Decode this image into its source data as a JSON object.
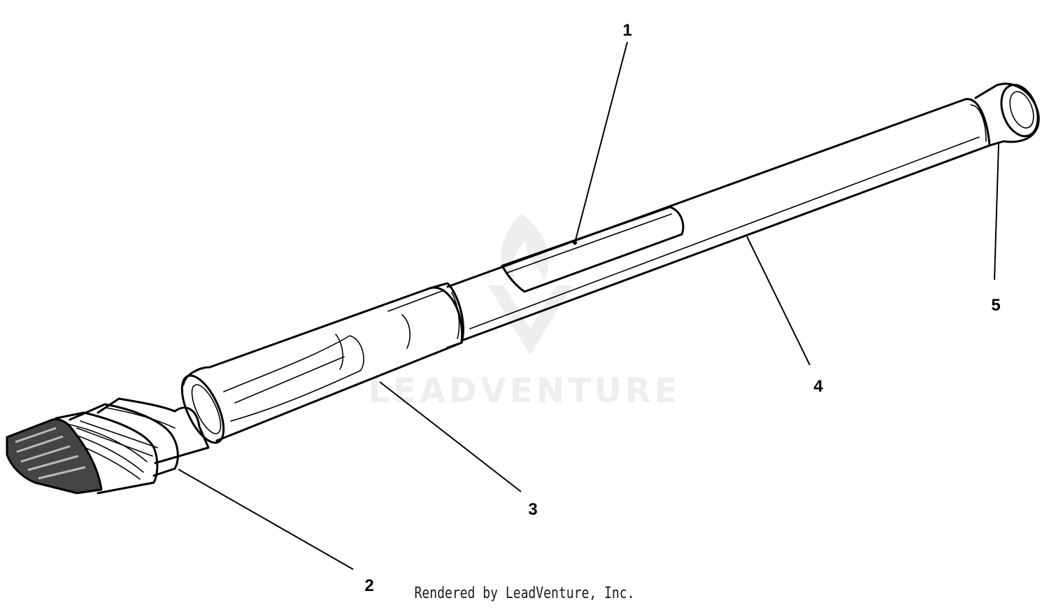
{
  "callouts": [
    {
      "id": "1",
      "label": "1"
    },
    {
      "id": "2",
      "label": "2"
    },
    {
      "id": "3",
      "label": "3"
    },
    {
      "id": "4",
      "label": "4"
    },
    {
      "id": "5",
      "label": "5"
    }
  ],
  "watermark": {
    "text": "LEADVENTURE"
  },
  "credit": "Rendered by LeadVenture, Inc."
}
